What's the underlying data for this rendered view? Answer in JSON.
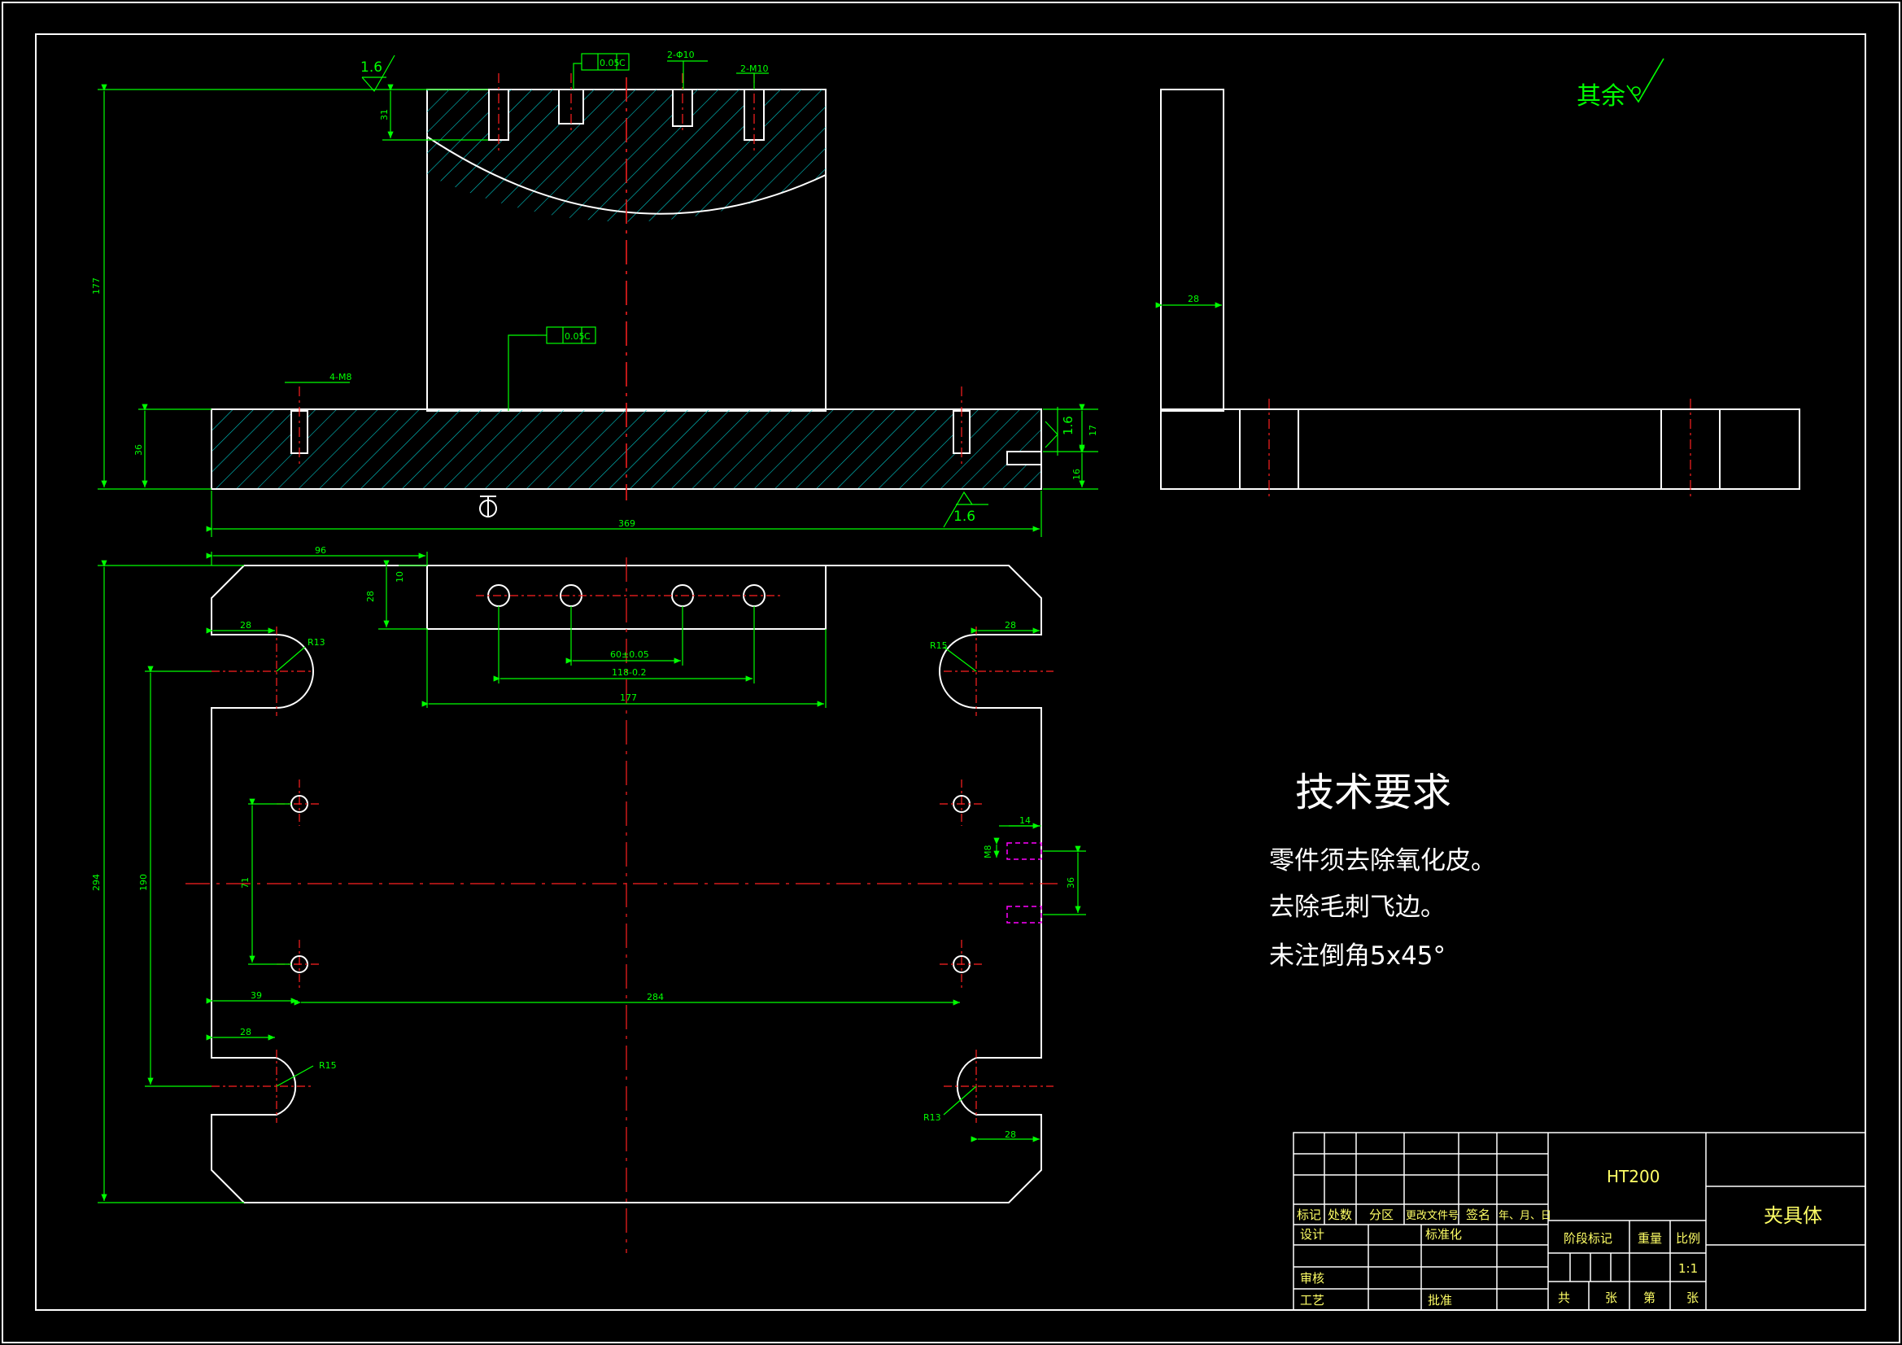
{
  "drawing": {
    "roughness_top": "1.6",
    "roughness_right": "1.6",
    "roughness_bottom": "1.6",
    "roughness_rest": "其余",
    "tol_top": "0.05",
    "tol_mid": "0.05",
    "datum": "C",
    "hole_note_a": "2-Φ10",
    "hole_note_b": "2-M10",
    "hole_note_c": "4-M8",
    "dim_overall_height": "177",
    "dim_top_depth": "31",
    "dim_base_height": "36",
    "dim_base_length": "369",
    "dim_right_17": "17",
    "dim_right_16": "16",
    "dim_plan_96": "96",
    "dim_plan_10": "10",
    "dim_plan_28": "28",
    "dim_plan_r13": "R13",
    "dim_plan_r15": "R15",
    "dim_plan_28b": "28",
    "dim_plan_r15b": "R15",
    "dim_plan_28c": "28",
    "dim_plan_r13b": "R13",
    "dim_plan_28d": "28",
    "dim_plan_60": "60±0.05",
    "dim_plan_118": "118-0.2",
    "dim_plan_177": "177",
    "dim_plan_71": "71",
    "dim_plan_190": "190",
    "dim_plan_284": "284",
    "dim_plan_39": "39",
    "dim_plan_294": "294",
    "dim_plan_14": "14",
    "dim_plan_36": "36",
    "dim_plan_m8": "M8",
    "dim_side_28": "28",
    "tech_title": "技术要求",
    "tech_lines": [
      "零件须去除氧化皮。",
      "去除毛刺飞边。",
      "未注倒角5x45°"
    ]
  },
  "title_block": {
    "material": "HT200",
    "part_name": "夹具体",
    "headers": [
      "标记",
      "处数",
      "分区",
      "更改文件号",
      "签名",
      "年、月、日"
    ],
    "row_design": "设计",
    "row_standard": "标准化",
    "row_review": "审核",
    "row_process": "工艺",
    "row_approve": "批准",
    "stage_label": "阶段标记",
    "weight_label": "重量",
    "scale_label": "比例",
    "scale_value": "1:1",
    "sheet_labels": [
      "共",
      "张",
      "第",
      "张"
    ]
  },
  "colors": {
    "background": "#000000",
    "outline": "#ffffff",
    "dimension": "#00ff00",
    "hatch": "#00c8c8",
    "centerline": "#ff2020",
    "magenta": "#ff00ff"
  }
}
